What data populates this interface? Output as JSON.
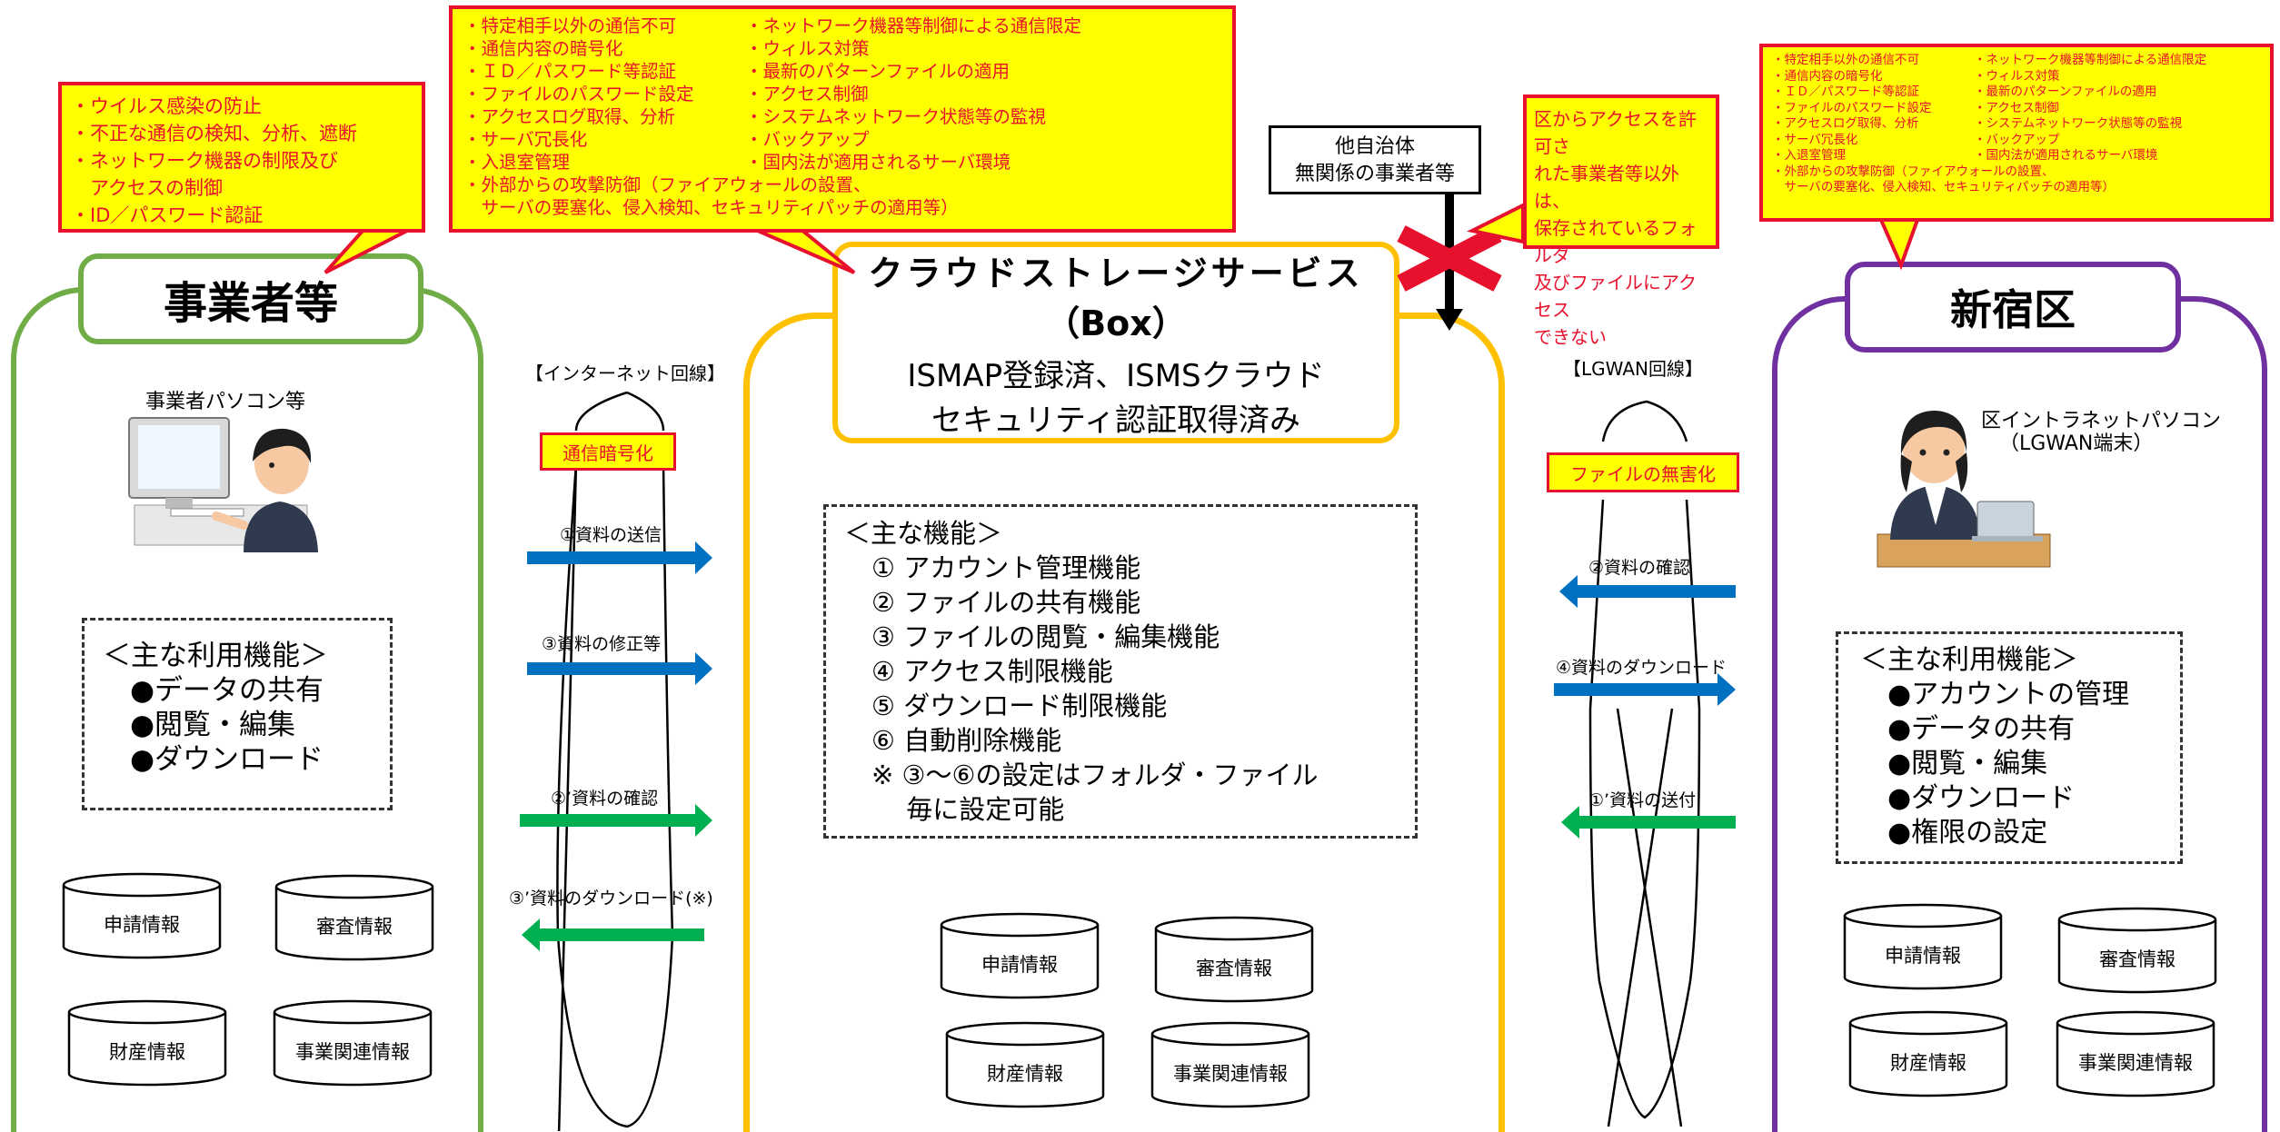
{
  "callouts": {
    "left": [
      "・ウイルス感染の防止",
      "・不正な通信の検知、分析、遮断",
      "・ネットワーク機器の制限及び",
      "　アクセスの制御",
      "・ID／パスワード認証"
    ],
    "center": {
      "col1": [
        "・特定相手以外の通信不可",
        "・通信内容の暗号化",
        "・ＩＤ／パスワード等認証",
        "・ファイルのパスワード設定",
        "・アクセスログ取得、分析",
        "・サーバ冗長化",
        "・入退室管理"
      ],
      "col2": [
        "・ネットワーク機器等制御による通信限定",
        "・ウィルス対策",
        "・最新のパターンファイルの適用",
        "・アクセス制御",
        "・システムネットワーク状態等の監視",
        "・バックアップ",
        "・国内法が適用されるサーバ環境"
      ],
      "footer": [
        "・外部からの攻撃防御（ファイアウォールの設置、",
        "　サーバの要塞化、侵入検知、セキュリティパッチの適用等）"
      ]
    },
    "access_denied": [
      "区からアクセスを許可さ",
      "れた事業者等以外は、",
      "保存されているフォルダ",
      "及びファイルにアクセス",
      "できない"
    ],
    "right": {
      "col1": [
        "・特定相手以外の通信不可",
        "・通信内容の暗号化",
        "・ＩＤ／パスワード等認証",
        "・ファイルのパスワード設定",
        "・アクセスログ取得、分析",
        "・サーバ冗長化",
        "・入退室管理"
      ],
      "col2": [
        "・ネットワーク機器等制御による通信限定",
        "・ウィルス対策",
        "・最新のパターンファイルの適用",
        "・アクセス制御",
        "・システムネットワーク状態等の監視",
        "・バックアップ",
        "・国内法が適用されるサーバ環境"
      ],
      "footer": [
        "・外部からの攻撃防御（ファイアウォールの設置、",
        "　サーバの要塞化、侵入検知、セキュリティパッチの適用等）"
      ]
    }
  },
  "external_party": [
    "他自治体",
    "無関係の事業者等"
  ],
  "business": {
    "title": "事業者等",
    "pc_label": "事業者パソコン等",
    "features": [
      "＜主な利用機能＞",
      "●データの共有",
      "●閲覧・編集",
      "●ダウンロード"
    ],
    "db": [
      "申請情報",
      "審査情報",
      "財産情報",
      "事業関連情報"
    ]
  },
  "internet": {
    "line_label": "【インターネット回線】",
    "encrypt": "通信暗号化",
    "flows": [
      "①資料の送信",
      "③資料の修正等",
      "②’資料の確認",
      "③’資料のダウンロード(※)"
    ]
  },
  "cloud": {
    "title_1": "クラウドストレージサービス",
    "title_2": "（Box）",
    "subtitle_1": "ISMAP登録済、ISMSクラウド",
    "subtitle_2": "セキュリティ認証取得済み",
    "features": [
      "＜主な機能＞",
      "① アカウント管理機能",
      "② ファイルの共有機能",
      "③ ファイルの閲覧・編集機能",
      "④ アクセス制限機能",
      "⑤ ダウンロード制限機能",
      "⑥ 自動削除機能",
      "※ ③～⑥の設定はフォルダ・ファイル",
      "　 毎に設定可能"
    ],
    "db": [
      "申請情報",
      "審査情報",
      "財産情報",
      "事業関連情報"
    ]
  },
  "lgwan": {
    "line_label": "【LGWAN回線】",
    "sanitize": "ファイルの無害化",
    "flows": [
      "②資料の確認",
      "④資料のダウンロード",
      "①’資料の送付"
    ]
  },
  "shinjuku": {
    "title": "新宿区",
    "pc_label_1": "区イントラネットパソコン",
    "pc_label_2": "（LGWAN端末）",
    "features": [
      "＜主な利用機能＞",
      "●アカウントの管理",
      "●データの共有",
      "●閲覧・編集",
      "●ダウンロード",
      "●権限の設定"
    ],
    "db": [
      "申請情報",
      "審査情報",
      "財産情報",
      "事業関連情報"
    ]
  },
  "colors": {
    "business": "#70ad47",
    "cloud": "#ffc000",
    "shinjuku": "#7030a0",
    "blue_arrow": "#0070c0",
    "green_arrow": "#00b050",
    "red": "#e8112d",
    "yellow": "#ffff00"
  }
}
